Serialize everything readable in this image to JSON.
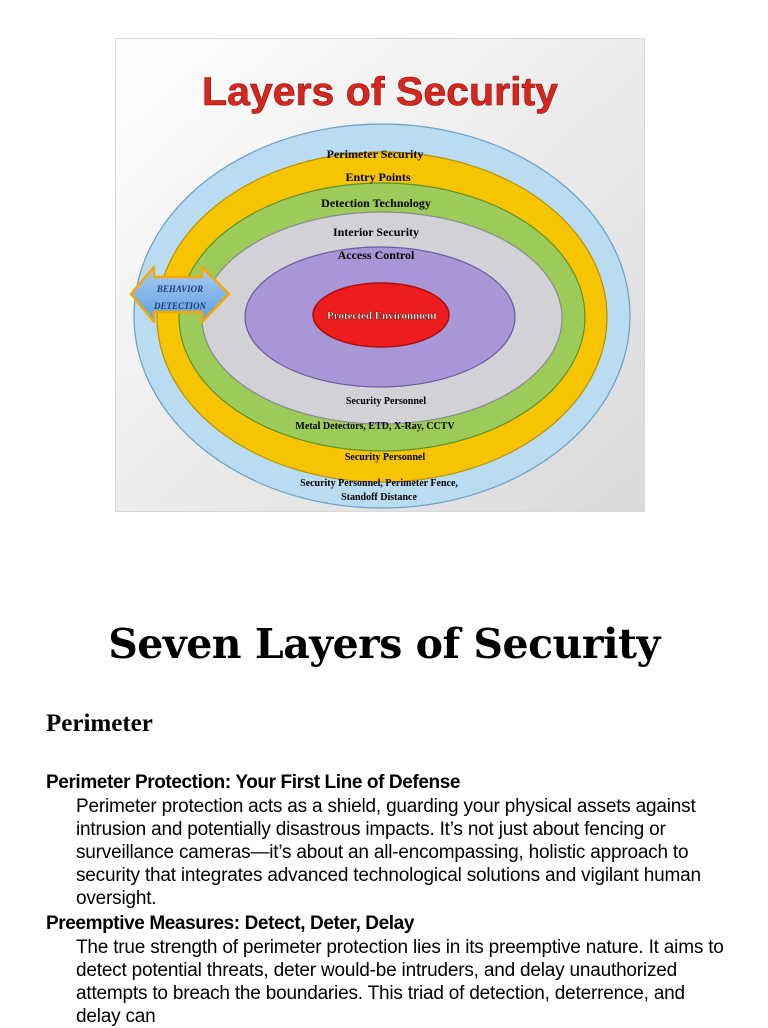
{
  "diagram": {
    "title": "Layers of Security",
    "rings": {
      "outer_top": "Perimeter Security",
      "yellow_top": "Entry Points",
      "green_top": "Detection Technology",
      "gray_top": "Interior Security",
      "purple_top": "Access Control",
      "center": "Protected Environment",
      "gray_bottom": "Security Personnel",
      "green_bottom": "Metal Detectors, ETD, X-Ray, CCTV",
      "yellow_bottom": "Security Personnel",
      "outer_bottom_line1": "Security Personnel,  Perimeter Fence,",
      "outer_bottom_line2": "Standoff Distance"
    },
    "arrow_line1": "BEHAVIOR",
    "arrow_line2": "DETECTION",
    "colors": {
      "title": "#d9261c",
      "outer": "#b9dcf2",
      "yellow": "#f7c400",
      "green": "#9ccb5a",
      "gray": "#d2d2d6",
      "purple": "#a996d6",
      "center": "#ee1c1c",
      "arrow": "#7fb2e8"
    }
  },
  "document": {
    "title": "Seven Layers of Security",
    "section": "Perimeter",
    "sub1": "Perimeter Protection: Your First Line of Defense",
    "para1": "Perimeter protection acts as a shield, guarding your physical assets against intrusion and potentially disastrous impacts. It’s not just about fencing or surveillance cameras—it’s about an all-encompassing, holistic approach to security that integrates advanced technological solutions and vigilant human oversight.",
    "sub2": "Preemptive Measures: Detect, Deter, Delay",
    "para2": "The true strength of perimeter protection lies in its preemptive nature. It aims to detect potential threats, deter would-be intruders, and delay unauthorized attempts to breach the boundaries. This triad of detection, deterrence, and delay can"
  }
}
